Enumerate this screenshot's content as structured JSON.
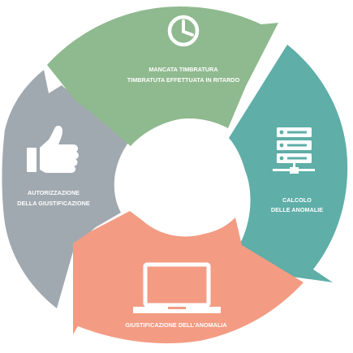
{
  "cycle": {
    "colors": {
      "top": "#8fb98f",
      "right": "#5faea8",
      "bottom": "#f39c83",
      "left": "#a1a9b0"
    },
    "steps": [
      {
        "line1": "MANCATA TIMBRATURA",
        "line2": "TIMBRATUTA EFFETTUATA IN RITARDO",
        "icon": "clock-icon"
      },
      {
        "line1": "CALCOLO",
        "line2": "DELLE ANOMALIE",
        "icon": "server-icon"
      },
      {
        "line1": "GIUSTIFICAZIONE DELL'ANOMALIA",
        "icon": "laptop-icon"
      },
      {
        "line1": "AUTORIZZAZIONE",
        "line2": "DELLA GIUSTIFICAZIONE",
        "icon": "thumbs-up-icon"
      }
    ]
  }
}
